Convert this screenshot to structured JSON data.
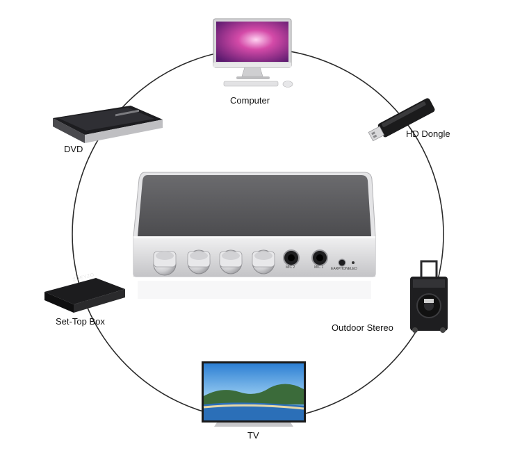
{
  "devices": {
    "computer": {
      "label": "Computer",
      "icon": "desktop-computer-icon"
    },
    "hd_dongle": {
      "label": "HD Dongle",
      "icon": "usb-dongle-icon"
    },
    "dvd": {
      "label": "DVD",
      "icon": "dvd-player-icon"
    },
    "set_top_box": {
      "label": "Set-Top Box",
      "icon": "set-top-box-icon",
      "brand_text": "ZOEYZO"
    },
    "outdoor_stereo": {
      "label": "Outdoor Stereo",
      "icon": "trolley-speaker-icon"
    },
    "tv": {
      "label": "TV",
      "icon": "television-icon"
    }
  },
  "hub": {
    "icon": "karaoke-mixer-icon",
    "jacks": [
      "MIC 2",
      "MIC 1",
      "EARPHONE",
      "LED"
    ]
  },
  "colors": {
    "ring": "#2b2b2b",
    "hub_top": "#5d5d5f",
    "hub_body": "#d9d9db",
    "screen_pink": "#c0388e",
    "tv_sky": "#3a8fd8"
  }
}
